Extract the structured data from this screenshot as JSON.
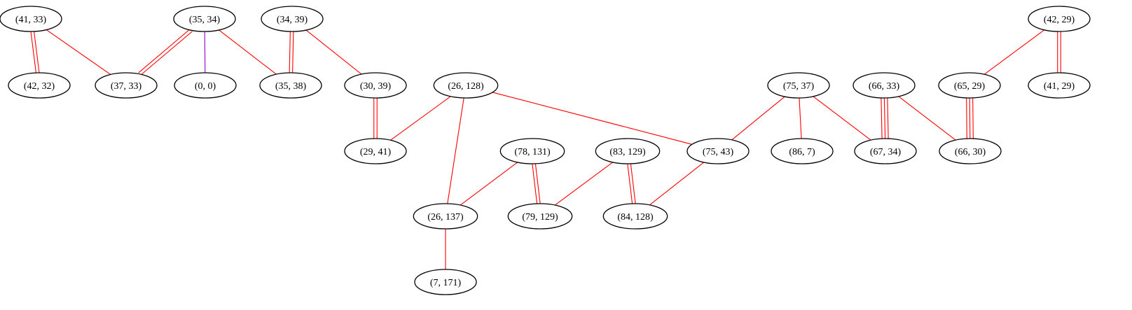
{
  "graph": {
    "edge_colors": {
      "red": "#ff0000",
      "purple": "#9400d3"
    },
    "nodes": [
      {
        "id": "n41_33",
        "label": "(41, 33)"
      },
      {
        "id": "n35_34",
        "label": "(35, 34)"
      },
      {
        "id": "n34_39",
        "label": "(34, 39)"
      },
      {
        "id": "n42_29",
        "label": "(42, 29)"
      },
      {
        "id": "n42_32",
        "label": "(42, 32)"
      },
      {
        "id": "n37_33",
        "label": "(37, 33)"
      },
      {
        "id": "n0_0",
        "label": "(0, 0)"
      },
      {
        "id": "n35_38",
        "label": "(35, 38)"
      },
      {
        "id": "n30_39",
        "label": "(30, 39)"
      },
      {
        "id": "n26_128",
        "label": "(26, 128)"
      },
      {
        "id": "n75_37",
        "label": "(75, 37)"
      },
      {
        "id": "n66_33",
        "label": "(66, 33)"
      },
      {
        "id": "n65_29",
        "label": "(65, 29)"
      },
      {
        "id": "n41_29",
        "label": "(41, 29)"
      },
      {
        "id": "n29_41",
        "label": "(29, 41)"
      },
      {
        "id": "n78_131",
        "label": "(78, 131)"
      },
      {
        "id": "n83_129",
        "label": "(83, 129)"
      },
      {
        "id": "n75_43",
        "label": "(75, 43)"
      },
      {
        "id": "n86_7",
        "label": "(86, 7)"
      },
      {
        "id": "n67_34",
        "label": "(67, 34)"
      },
      {
        "id": "n66_30",
        "label": "(66, 30)"
      },
      {
        "id": "n26_137",
        "label": "(26, 137)"
      },
      {
        "id": "n79_129",
        "label": "(79, 129)"
      },
      {
        "id": "n84_128",
        "label": "(84, 128)"
      },
      {
        "id": "n7_171",
        "label": "(7, 171)"
      }
    ],
    "edges": [
      {
        "source": "n41_33",
        "target": "n42_32",
        "multiplicity": 2,
        "color": "red"
      },
      {
        "source": "n41_33",
        "target": "n37_33",
        "multiplicity": 1,
        "color": "red"
      },
      {
        "source": "n35_34",
        "target": "n37_33",
        "multiplicity": 2,
        "color": "red"
      },
      {
        "source": "n35_34",
        "target": "n0_0",
        "multiplicity": 1,
        "color": "purple"
      },
      {
        "source": "n35_34",
        "target": "n35_38",
        "multiplicity": 1,
        "color": "red"
      },
      {
        "source": "n34_39",
        "target": "n35_38",
        "multiplicity": 2,
        "color": "red"
      },
      {
        "source": "n34_39",
        "target": "n30_39",
        "multiplicity": 1,
        "color": "red"
      },
      {
        "source": "n30_39",
        "target": "n29_41",
        "multiplicity": 2,
        "color": "red"
      },
      {
        "source": "n26_128",
        "target": "n29_41",
        "multiplicity": 1,
        "color": "red"
      },
      {
        "source": "n26_128",
        "target": "n26_137",
        "multiplicity": 1,
        "color": "red"
      },
      {
        "source": "n26_128",
        "target": "n75_43",
        "multiplicity": 1,
        "color": "red"
      },
      {
        "source": "n78_131",
        "target": "n26_137",
        "multiplicity": 1,
        "color": "red"
      },
      {
        "source": "n78_131",
        "target": "n79_129",
        "multiplicity": 2,
        "color": "red"
      },
      {
        "source": "n83_129",
        "target": "n79_129",
        "multiplicity": 1,
        "color": "red"
      },
      {
        "source": "n83_129",
        "target": "n84_128",
        "multiplicity": 2,
        "color": "red"
      },
      {
        "source": "n75_43",
        "target": "n84_128",
        "multiplicity": 1,
        "color": "red"
      },
      {
        "source": "n75_37",
        "target": "n75_43",
        "multiplicity": 1,
        "color": "red"
      },
      {
        "source": "n75_37",
        "target": "n86_7",
        "multiplicity": 1,
        "color": "red"
      },
      {
        "source": "n75_37",
        "target": "n67_34",
        "multiplicity": 1,
        "color": "red"
      },
      {
        "source": "n66_33",
        "target": "n67_34",
        "multiplicity": 3,
        "color": "red"
      },
      {
        "source": "n66_33",
        "target": "n66_30",
        "multiplicity": 1,
        "color": "red"
      },
      {
        "source": "n65_29",
        "target": "n66_30",
        "multiplicity": 3,
        "color": "red"
      },
      {
        "source": "n42_29",
        "target": "n65_29",
        "multiplicity": 1,
        "color": "red"
      },
      {
        "source": "n42_29",
        "target": "n41_29",
        "multiplicity": 2,
        "color": "red"
      },
      {
        "source": "n26_137",
        "target": "n7_171",
        "multiplicity": 1,
        "color": "red"
      }
    ]
  }
}
